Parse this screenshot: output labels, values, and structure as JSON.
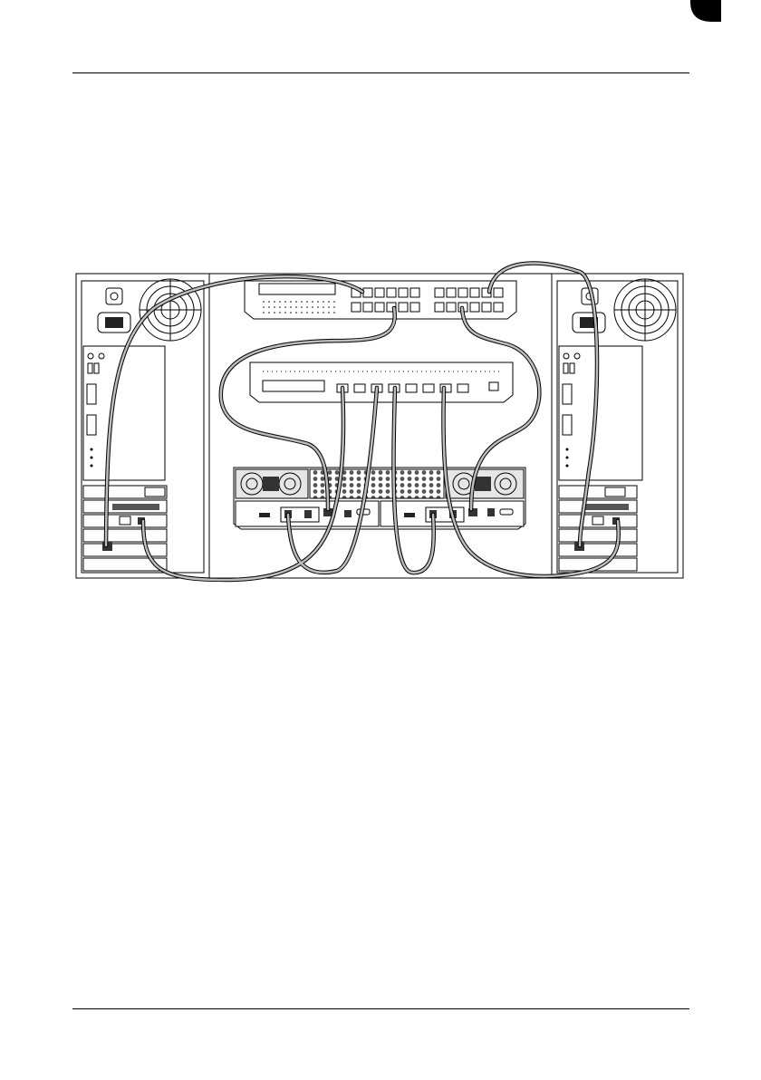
{
  "page": {
    "header_rule": true,
    "footer_rule": true,
    "corner_mark_color": "#000000"
  },
  "figure": {
    "kind": "cabling-diagram",
    "components": [
      {
        "id": "server-left",
        "kind": "tower-server"
      },
      {
        "id": "lan-switch",
        "kind": "ethernet-switch",
        "ports": 24
      },
      {
        "id": "fc-switch",
        "kind": "fibre-channel-switch",
        "ports": 8
      },
      {
        "id": "storage-array",
        "kind": "dual-controller-storage"
      },
      {
        "id": "server-right",
        "kind": "tower-server"
      }
    ],
    "colors": {
      "line": "#000000",
      "cable": "#9a9a9a",
      "panel": "#e6e6e6",
      "dark": "#4a4a4a"
    }
  }
}
